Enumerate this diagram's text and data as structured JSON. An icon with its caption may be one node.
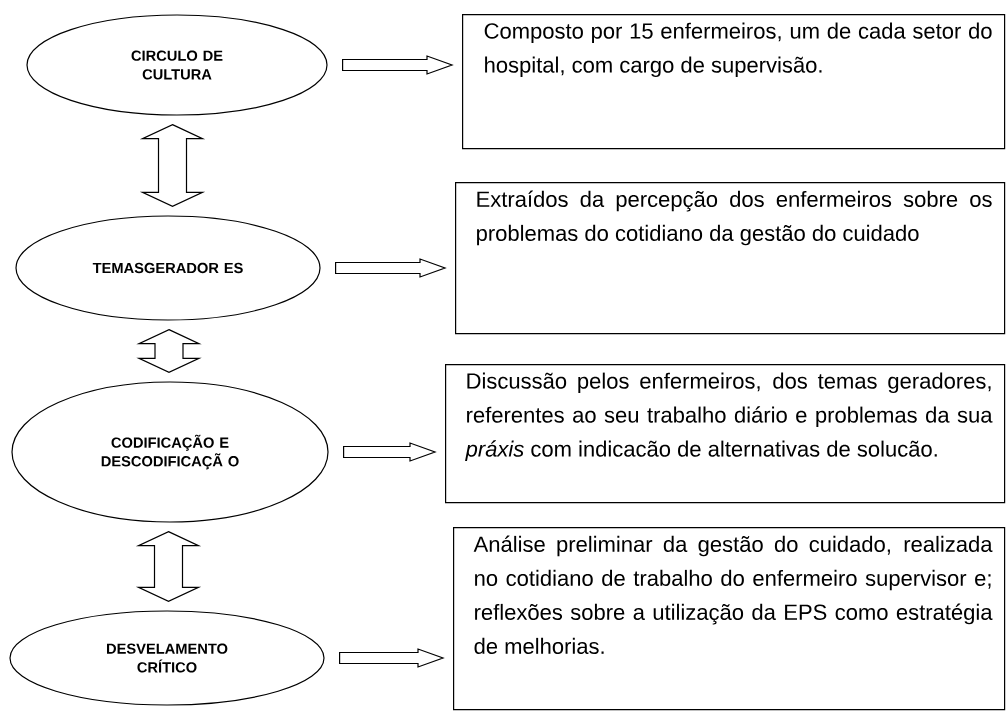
{
  "diagram": {
    "nodes": [
      {
        "text": [
          "CIRCULO DE CULTURA"
        ]
      },
      {
        "text": [
          "TEMASGERADOR ES"
        ]
      },
      {
        "text": [
          "CODIFICAÇÃO E DESCODIFICAÇÃ O"
        ]
      },
      {
        "text": [
          "DESVELAMENTO CRÍTICO"
        ]
      },
      {
        "text": [
          "Composto por 15 enfermeiros, um de cada setor do hospital, com cargo de supervisão."
        ]
      },
      {
        "text": [
          "Extraídos da percepção dos enfermeiros sobre os problemas do cotidiano da gestão do cuidado"
        ]
      },
      {
        "text": [
          "Discussão pelos enfermeiros, dos temas geradores, referentes ao seu trabalho diário e problemas da sua *práxis* com indicacão de alternativas de solucão."
        ]
      },
      {
        "text": [
          "Análise preliminar da gestão do cuidado, realizada no cotidiano de trabalho do enfermeiro supervisor e; reflexões sobre a utilização da EPS como estratégia de melhorias."
        ]
      }
    ],
    "edges": [
      {
        "from": 0,
        "to": 1,
        "arrow": "both"
      },
      {
        "from": 1,
        "to": 2,
        "arrow": "both"
      },
      {
        "from": 2,
        "to": 3,
        "arrow": "both"
      },
      {
        "from": 0,
        "to": 4,
        "arrow": "to"
      },
      {
        "from": 1,
        "to": 5,
        "arrow": "to"
      },
      {
        "from": 2,
        "to": 6,
        "arrow": "to"
      },
      {
        "from": 3,
        "to": 7,
        "arrow": "to"
      }
    ]
  }
}
